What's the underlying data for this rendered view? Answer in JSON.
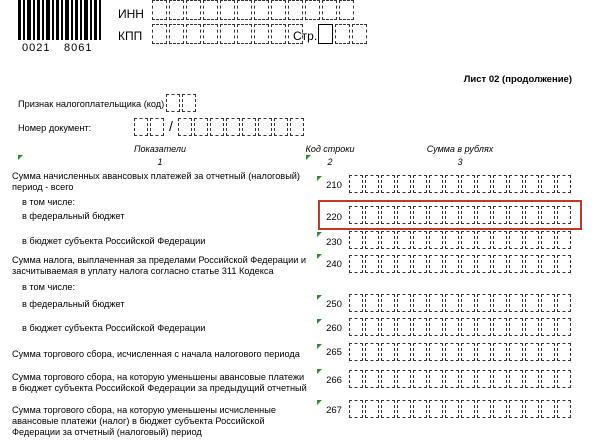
{
  "barcode": {
    "number_left": "0021",
    "number_right": "8061"
  },
  "header": {
    "inn_label": "ИНН",
    "kpp_label": "КПП",
    "page_label": "Стр."
  },
  "sheet_title": "Лист 02 (продолжение)",
  "fields": {
    "taxpayer_sign_label": "Признак налогоплательщика (код)",
    "doc_number_label": "Номер документ:",
    "doc_separator": "/"
  },
  "columns": {
    "indicators": "Показатели",
    "line_code": "Код строки",
    "amount": "Сумма в рублях",
    "num1": "1",
    "num2": "2",
    "num3": "3"
  },
  "rows": [
    {
      "line1": "Сумма начисленных авансовых платежей за отчетный (налоговый)",
      "line2": "период - всего",
      "code": "210"
    },
    {
      "line1": "в том числе:",
      "line2": "",
      "code": ""
    },
    {
      "line1": "в федеральный бюджет",
      "line2": "",
      "code": "220"
    },
    {
      "line1": "в бюджет субъекта Российской Федерации",
      "line2": "",
      "code": "230"
    },
    {
      "line1": "Сумма налога, выплаченная за пределами Российской Федерации и",
      "line2": "засчитываемая в уплату налога согласно статье 311 Кодекса",
      "code": "240"
    },
    {
      "line1": "в том числе:",
      "line2": "",
      "code": ""
    },
    {
      "line1": "в федеральный бюджет",
      "line2": "",
      "code": "250"
    },
    {
      "line1": "в бюджет субъекта Российской Федерации",
      "line2": "",
      "code": "260"
    },
    {
      "line1": "Сумма торгового сбора, исчисленная с начала налогового периода",
      "line2": "",
      "code": "265"
    },
    {
      "line1": "Сумма торгового сбора, на которую уменьшены авансовые платежи",
      "line2": "в бюджет субъекта Российской Федерации за предыдущий отчетный",
      "code": "266"
    },
    {
      "line1": "Сумма торгового сбора, на которую уменьшены исчисленные",
      "line2": "авансовые платежи (налог) в бюджет субъекта Российской",
      "line3": "Федерации за отчетный (налоговый) период",
      "code": "267"
    }
  ],
  "highlight_color": "#c0392b"
}
